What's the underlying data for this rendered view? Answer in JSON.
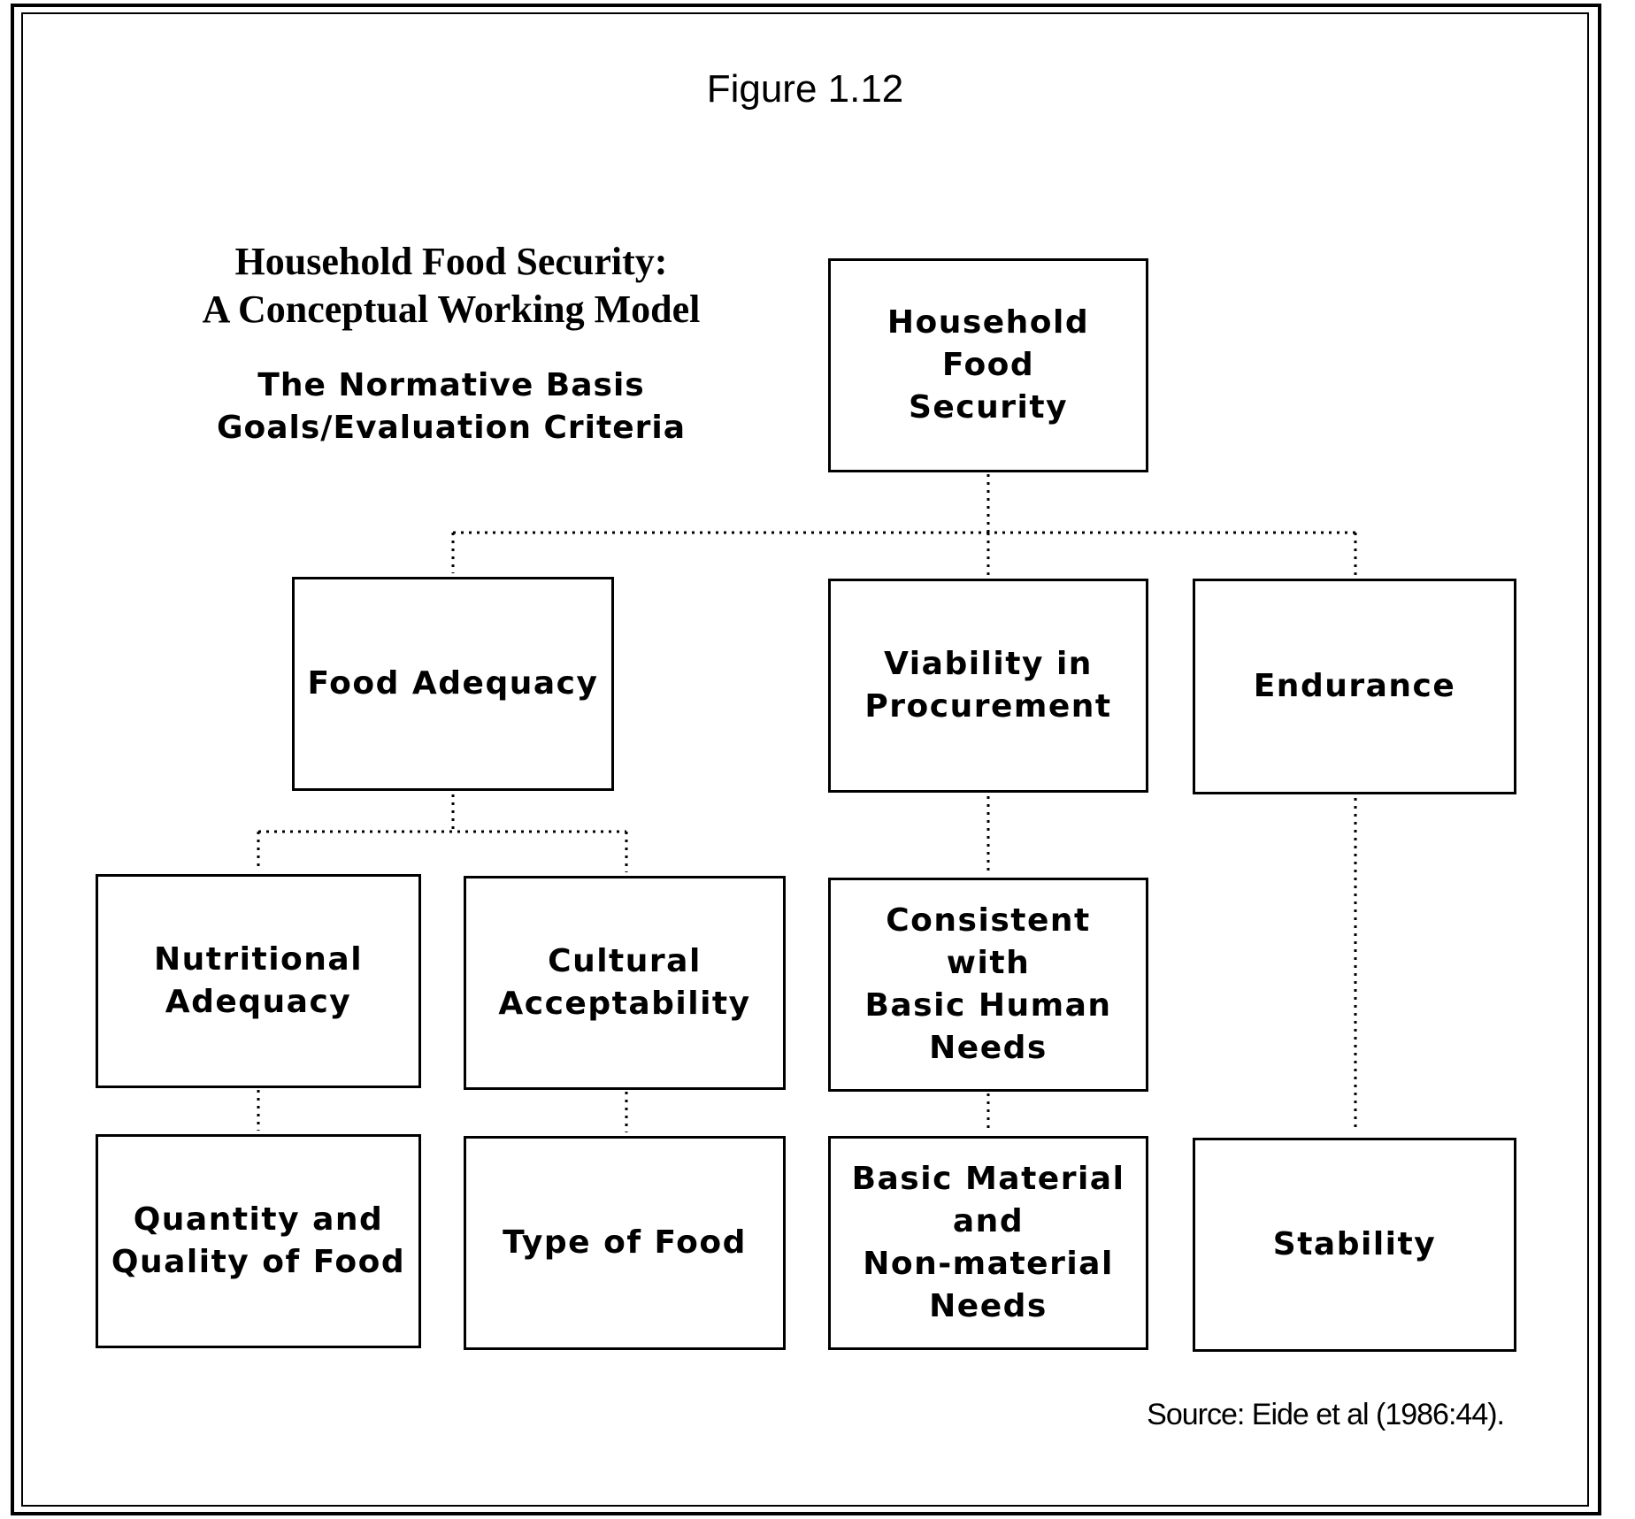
{
  "figure_number": "Figure 1.12",
  "heading": {
    "line1": "Household Food Security:",
    "line2": "A Conceptual Working Model"
  },
  "subheading": {
    "line1": "The Normative Basis",
    "line2": "Goals/Evaluation Criteria"
  },
  "boxes": {
    "root": "Household Food\nSecurity",
    "food_adequacy": "Food Adequacy",
    "viability": "Viability in\nProcurement",
    "endurance": "Endurance",
    "nutritional": "Nutritional\nAdequacy",
    "cultural": "Cultural\nAcceptability",
    "consistent": "Consistent with\nBasic Human\nNeeds",
    "quantity": "Quantity and\nQuality of Food",
    "type": "Type of Food",
    "basic_material": "Basic Material\nand\nNon-material\nNeeds",
    "stability": "Stability"
  },
  "source": "Source: Eide et al (1986:44)."
}
